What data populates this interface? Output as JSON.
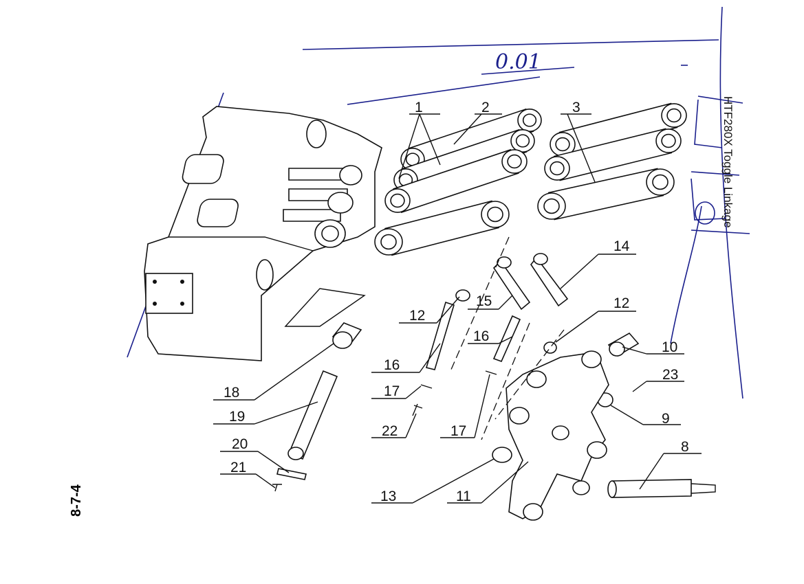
{
  "drawing": {
    "title": "HTF280X Toggle Linkage",
    "page_number": "8-7-4",
    "handwritten_note": "0.01",
    "callouts": [
      {
        "id": "c1",
        "label": "1"
      },
      {
        "id": "c2",
        "label": "2"
      },
      {
        "id": "c3",
        "label": "3"
      },
      {
        "id": "c14",
        "label": "14"
      },
      {
        "id": "c15",
        "label": "15"
      },
      {
        "id": "c12a",
        "label": "12"
      },
      {
        "id": "c12b",
        "label": "12"
      },
      {
        "id": "c16a",
        "label": "16"
      },
      {
        "id": "c16b",
        "label": "16"
      },
      {
        "id": "c10",
        "label": "10"
      },
      {
        "id": "c23",
        "label": "23"
      },
      {
        "id": "c17a",
        "label": "17"
      },
      {
        "id": "c18",
        "label": "18"
      },
      {
        "id": "c19",
        "label": "19"
      },
      {
        "id": "c9",
        "label": "9"
      },
      {
        "id": "c22",
        "label": "22"
      },
      {
        "id": "c17b",
        "label": "17"
      },
      {
        "id": "c20",
        "label": "20"
      },
      {
        "id": "c8",
        "label": "8"
      },
      {
        "id": "c21",
        "label": "21"
      },
      {
        "id": "c13",
        "label": "13"
      },
      {
        "id": "c11",
        "label": "11"
      }
    ]
  }
}
